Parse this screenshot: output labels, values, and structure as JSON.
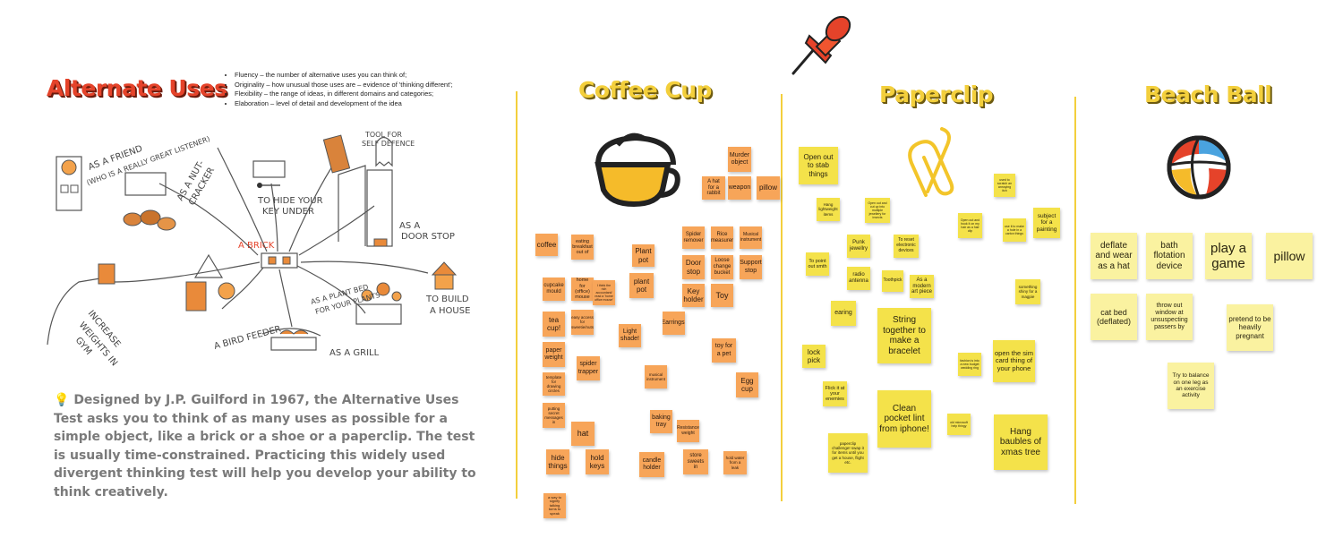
{
  "intro": {
    "title": "Alternate Uses",
    "bullets": [
      "Fluency – the number of alternative uses you can think of;",
      "Originality – how unusual those uses are – evidence of 'thinking different';",
      "Flexibility – the range of ideas, in different domains and categories;",
      "Elaboration – level of detail and development of the idea"
    ],
    "description_icon": "💡",
    "description": "Designed by J.P. Guilford in 1967, the Alternative Uses Test asks you to think of as many uses as possible for a simple object, like a brick or a shoe or a paperclip. The test is usually time-constrained. Practicing this widely used divergent thinking test will help you develop your ability to think creatively.",
    "sketch_labels": {
      "friend": "AS A FRIEND",
      "friend2": "(WHO IS A REALLY GREAT LISTENER)",
      "nut": "AS A NUT-",
      "nut2": "CRACKER",
      "key": "TO HIDE YOUR",
      "key2": "KEY UNDER",
      "tool": "TOOL FOR",
      "tool2": "SELF DEFENCE",
      "door": "AS A",
      "door2": "DOOR STOP",
      "brick": "A BRICK",
      "weights": "INCREASE",
      "weights2": "WEIGHTS IN",
      "weights3": "GYM",
      "feeder": "A BIRD FEEDER",
      "plant": "AS A PLANT BED",
      "plant2": "FOR YOUR PLANTS",
      "house": "TO BUILD",
      "house2": "A HOUSE",
      "grill": "AS A GRILL"
    }
  },
  "sections": {
    "coffee": {
      "title": "Coffee Cup",
      "icon": "coffee-cup-icon"
    },
    "paperclip": {
      "title": "Paperclip",
      "icon": "paperclip-icon"
    },
    "beachball": {
      "title": "Beach Ball",
      "icon": "beach-ball-icon"
    }
  },
  "decor": {
    "pin_icon": "push-pin-icon"
  },
  "notes": {
    "coffee": [
      "Murder object",
      "A hat for a rabbit",
      "weapon",
      "pillow",
      "coffee",
      "eating breakfast out of",
      "Spider remover",
      "Rice measurer",
      "Musical instrument",
      "Plant pot",
      "Door stop",
      "Loose change bucket",
      "Support stop",
      "plant pot",
      "Key holder",
      "Toy",
      "cupcake mould",
      "home for (office) mouse",
      "I think the rich accountant/ read a 'home office mouse'",
      "tea cup!",
      "easy access for sweetie/nuts",
      "Earrings!",
      "Light shade!",
      "paper weight",
      "toy for a pet",
      "spider trapper",
      "template for drawing circles",
      "musical instrument",
      "Egg cup",
      "putting secret messages in",
      "baking tray",
      "Resistance weight",
      "hat",
      "hide things",
      "hold keys",
      "candle holder",
      "store sweets in",
      "hold water from a leak",
      "a way to signify talking turns to speak"
    ],
    "paperclip": [
      "Open out to stab things",
      "Hang lightweight items",
      "Open out and cut up into multiple jewellery for insects",
      "Punk jewellry",
      "To reset electronic devices",
      "To point out smth",
      "radio antenna",
      "Toothpick",
      "As a modern art piece",
      "used to scratch an annoying itch",
      "Open out and hook it on my hair as a hair clip",
      "use it to make a hole in a carton things",
      "subject for a painting",
      "something shiny for a magpie",
      "earing",
      "String together to make a bracelet",
      "lock pick",
      "open the sim card thing of your phone",
      "fashion is into a new budget wedding ring",
      "Flick it at your enemies",
      "Clean pocket lint from iphone!",
      "old microsoft help thingy",
      "Hang baubles of xmas tree",
      "paperclip challenge! swap it for items until you get a house, flight etc."
    ],
    "beachball": [
      "deflate and wear as a hat",
      "bath flotation device",
      "play a game",
      "pillow",
      "cat bed (deflated)",
      "throw out window at unsuspecting passers by",
      "pretend to be heavily pregnant",
      "Try to balance on one leg as an exercise activity"
    ]
  },
  "colors": {
    "orange_note": "#f7a559",
    "yellow_note": "#f4e24a",
    "light_note": "#faf2a0",
    "title_red": "#e5432a",
    "title_yellow": "#f3cf3c"
  }
}
